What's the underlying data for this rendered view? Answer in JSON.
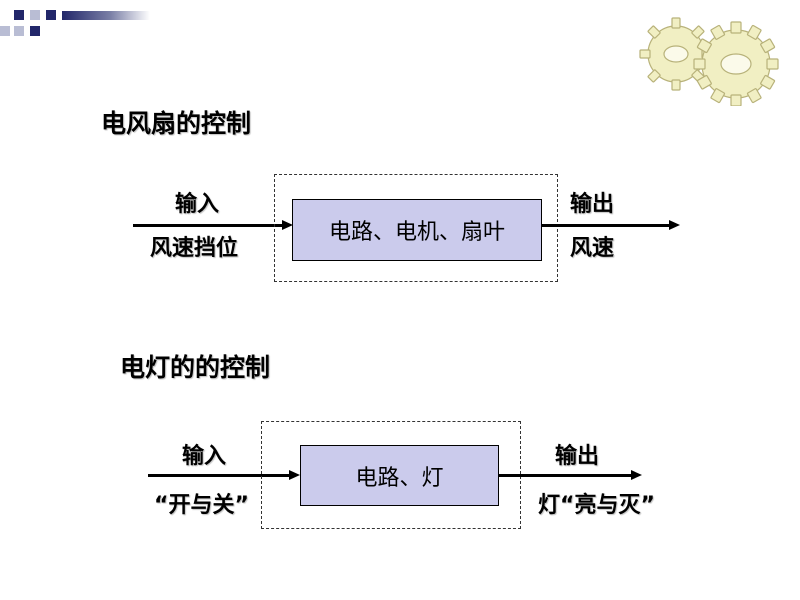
{
  "colors": {
    "corner_navy": "#22276a",
    "corner_light": "#b9bdd4",
    "process_fill": "#cbcbec",
    "gear_fill": "#f1efc3"
  },
  "logo": {
    "icon": "gears-icon"
  },
  "fan": {
    "title": "电风扇的控制",
    "input_label": "输入",
    "input_value": "风速挡位",
    "process": "电路、电机、扇叶",
    "output_label": "输出",
    "output_value": "风速"
  },
  "lamp": {
    "title": "电灯的的控制",
    "input_label": "输入",
    "input_value": "“开与关”",
    "process": "电路、灯",
    "output_label": "输出",
    "output_value": "灯“亮与灭”"
  }
}
